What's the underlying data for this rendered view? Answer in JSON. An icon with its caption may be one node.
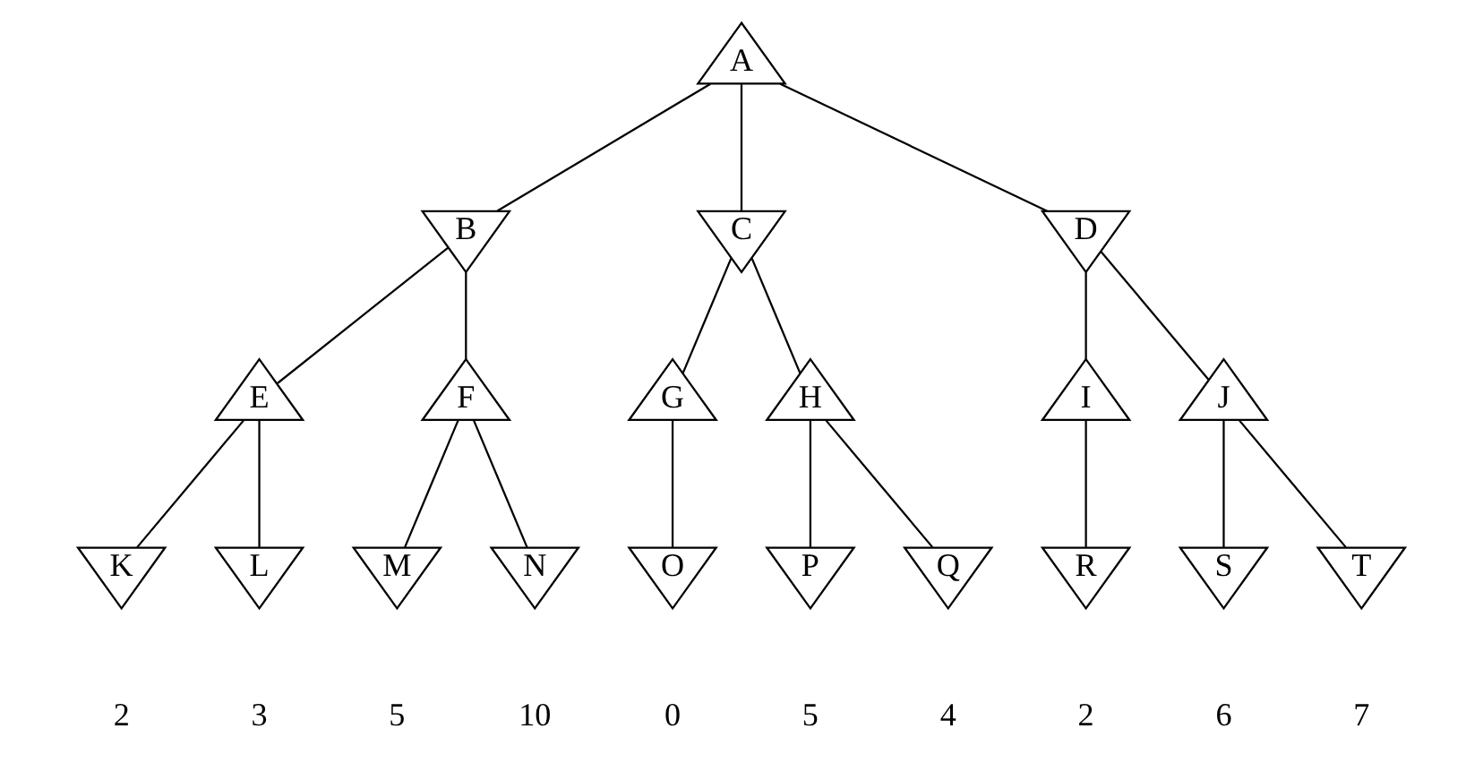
{
  "diagram": {
    "nodes": [
      {
        "text": [
          "A"
        ]
      },
      {
        "text": [
          "B"
        ]
      },
      {
        "text": [
          "C"
        ]
      },
      {
        "text": [
          "D"
        ]
      },
      {
        "text": [
          "E"
        ]
      },
      {
        "text": [
          "F"
        ]
      },
      {
        "text": [
          "G"
        ]
      },
      {
        "text": [
          "H"
        ]
      },
      {
        "text": [
          "I"
        ]
      },
      {
        "text": [
          "J"
        ]
      },
      {
        "text": [
          "K"
        ],
        "beside": [
          "2"
        ]
      },
      {
        "text": [
          "L"
        ],
        "beside": [
          "3"
        ]
      },
      {
        "text": [
          "M"
        ],
        "beside": [
          "5"
        ]
      },
      {
        "text": [
          "N"
        ],
        "beside": [
          "10"
        ]
      },
      {
        "text": [
          "O"
        ],
        "beside": [
          "0"
        ]
      },
      {
        "text": [
          "P"
        ],
        "beside": [
          "5"
        ]
      },
      {
        "text": [
          "Q"
        ],
        "beside": [
          "4"
        ]
      },
      {
        "text": [
          "R"
        ],
        "beside": [
          "2"
        ]
      },
      {
        "text": [
          "S"
        ],
        "beside": [
          "6"
        ]
      },
      {
        "text": [
          "T"
        ],
        "beside": [
          "7"
        ]
      }
    ],
    "edges": [
      {
        "from": 0,
        "to": 1,
        "arrow": "none"
      },
      {
        "from": 0,
        "to": 2,
        "arrow": "none"
      },
      {
        "from": 0,
        "to": 3,
        "arrow": "none"
      },
      {
        "from": 1,
        "to": 4,
        "arrow": "none"
      },
      {
        "from": 1,
        "to": 5,
        "arrow": "none"
      },
      {
        "from": 2,
        "to": 6,
        "arrow": "none"
      },
      {
        "from": 2,
        "to": 7,
        "arrow": "none"
      },
      {
        "from": 3,
        "to": 8,
        "arrow": "none"
      },
      {
        "from": 3,
        "to": 9,
        "arrow": "none"
      },
      {
        "from": 4,
        "to": 10,
        "arrow": "none"
      },
      {
        "from": 4,
        "to": 11,
        "arrow": "none"
      },
      {
        "from": 5,
        "to": 12,
        "arrow": "none"
      },
      {
        "from": 5,
        "to": 13,
        "arrow": "none"
      },
      {
        "from": 6,
        "to": 14,
        "arrow": "none"
      },
      {
        "from": 7,
        "to": 15,
        "arrow": "none"
      },
      {
        "from": 7,
        "to": 16,
        "arrow": "none"
      },
      {
        "from": 8,
        "to": 17,
        "arrow": "none"
      },
      {
        "from": 9,
        "to": 18,
        "arrow": "none"
      },
      {
        "from": 9,
        "to": 19,
        "arrow": "none"
      }
    ]
  }
}
